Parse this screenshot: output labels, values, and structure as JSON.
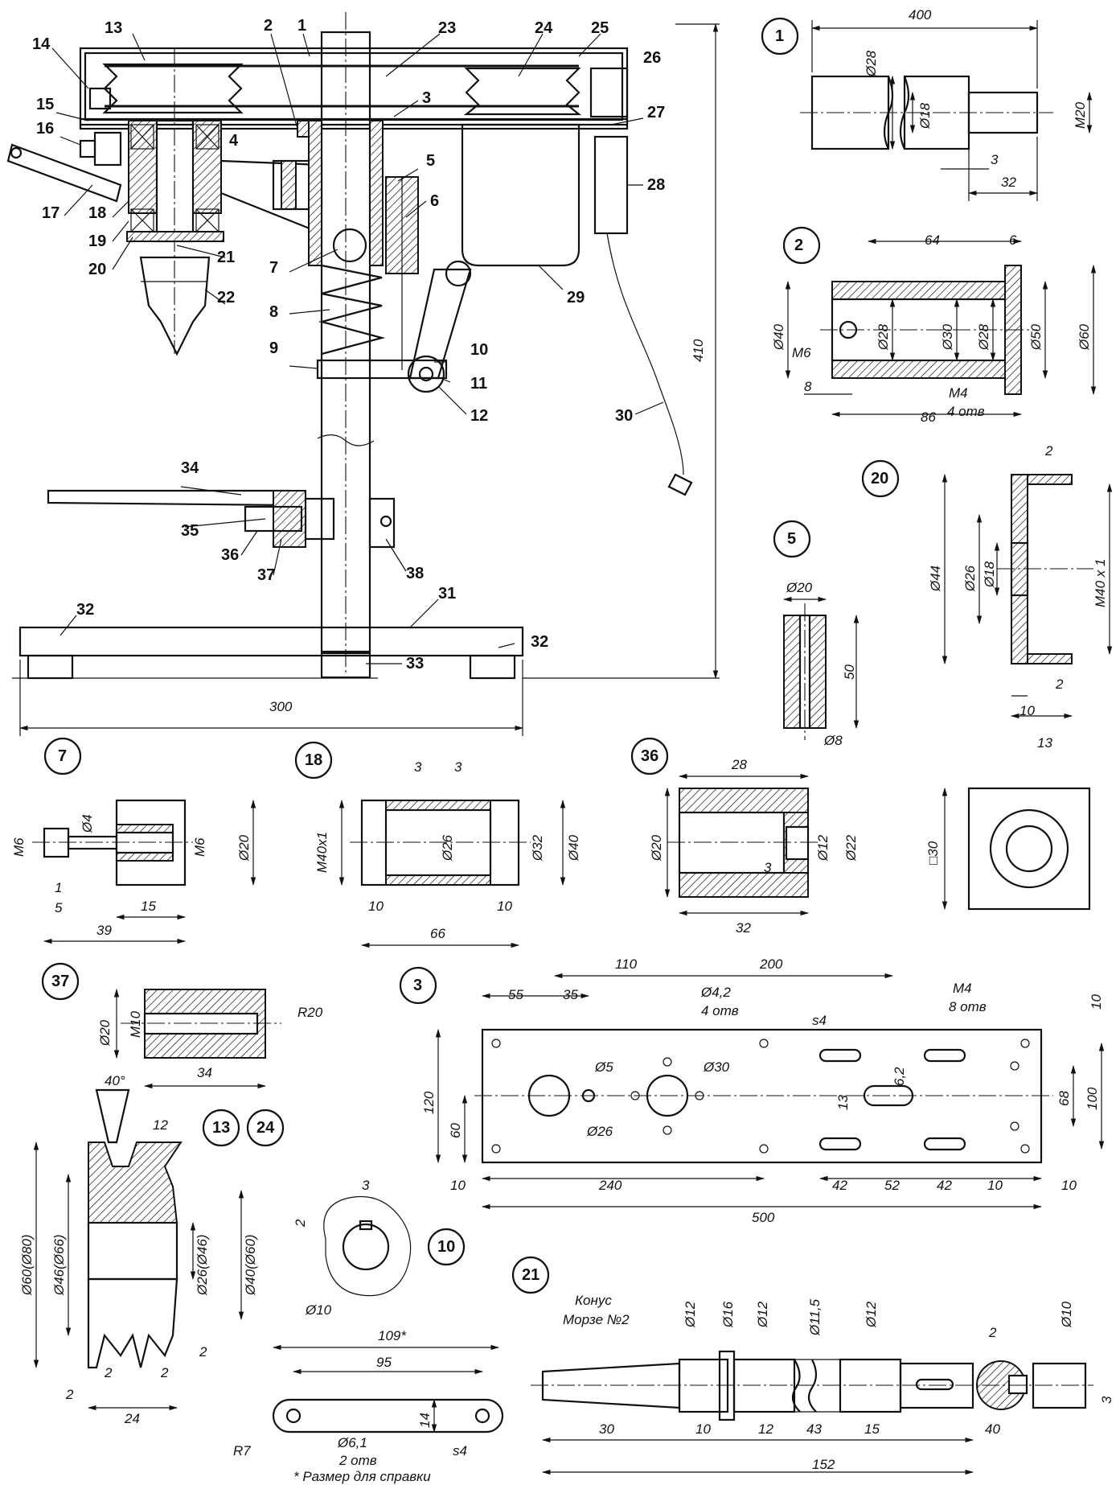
{
  "main_assembly": {
    "part_numbers": [
      "1",
      "2",
      "3",
      "4",
      "5",
      "6",
      "7",
      "8",
      "9",
      "10",
      "11",
      "12",
      "13",
      "14",
      "15",
      "16",
      "17",
      "18",
      "19",
      "20",
      "21",
      "22",
      "23",
      "24",
      "25",
      "26",
      "27",
      "28",
      "29",
      "30",
      "31",
      "32",
      "33",
      "34",
      "35",
      "36",
      "37",
      "38"
    ],
    "dims": {
      "height": "410",
      "base_width": "300"
    }
  },
  "detail_1": {
    "id": "1",
    "dims": [
      "400",
      "Ø28",
      "Ø18",
      "M20",
      "3",
      "32"
    ]
  },
  "detail_2": {
    "id": "2",
    "dims": [
      "64",
      "6",
      "Ø40",
      "M6",
      "Ø28",
      "Ø30",
      "Ø28",
      "Ø50",
      "Ø60",
      "8",
      "86",
      "M4",
      "4 отв"
    ]
  },
  "detail_20": {
    "id": "20",
    "dims": [
      "2",
      "Ø44",
      "Ø26",
      "Ø18",
      "M40 x 1",
      "2",
      "10",
      "13"
    ]
  },
  "detail_5": {
    "id": "5",
    "dims": [
      "Ø20",
      "50",
      "Ø8"
    ]
  },
  "detail_7": {
    "id": "7",
    "dims": [
      "M6",
      "Ø4",
      "M6",
      "Ø20",
      "1",
      "5",
      "15",
      "39"
    ]
  },
  "detail_18": {
    "id": "18",
    "dims": [
      "3",
      "3",
      "M40x1",
      "Ø26",
      "Ø32",
      "Ø40",
      "10",
      "10",
      "66"
    ]
  },
  "detail_36": {
    "id": "36",
    "dims": [
      "28",
      "Ø20",
      "Ø12",
      "Ø22",
      "3",
      "32",
      "□30"
    ]
  },
  "detail_37": {
    "id": "37",
    "dims": [
      "Ø20",
      "M10",
      "R20",
      "34"
    ]
  },
  "detail_3": {
    "id": "3",
    "dims": [
      "110",
      "200",
      "55",
      "35",
      "Ø4,2",
      "4 отв",
      "M4",
      "8 отв",
      "10",
      "s4",
      "Ø5",
      "Ø30",
      "120",
      "60",
      "Ø26",
      "13",
      "6,2",
      "68",
      "100",
      "10",
      "240",
      "42",
      "52",
      "42",
      "10",
      "10",
      "500"
    ]
  },
  "detail_13_24": {
    "ids": [
      "13",
      "24"
    ],
    "dims": [
      "40°",
      "12",
      "Ø60(Ø80)",
      "Ø46(Ø66)",
      "Ø26(Ø46)",
      "Ø40(Ø60)",
      "2",
      "2",
      "2",
      "2",
      "24"
    ]
  },
  "detail_10": {
    "id": "10",
    "dims": [
      "2",
      "3",
      "Ø10",
      "109*",
      "95",
      "14",
      "R7",
      "Ø6,1",
      "2 отв",
      "s4"
    ],
    "note": "* Размер для справки"
  },
  "detail_21": {
    "id": "21",
    "dims": [
      "Конус",
      "Морзе №2",
      "Ø12",
      "Ø16",
      "Ø12",
      "Ø11,5",
      "Ø12",
      "Ø10",
      "2",
      "3",
      "30",
      "10",
      "12",
      "43",
      "15",
      "40",
      "152"
    ]
  }
}
